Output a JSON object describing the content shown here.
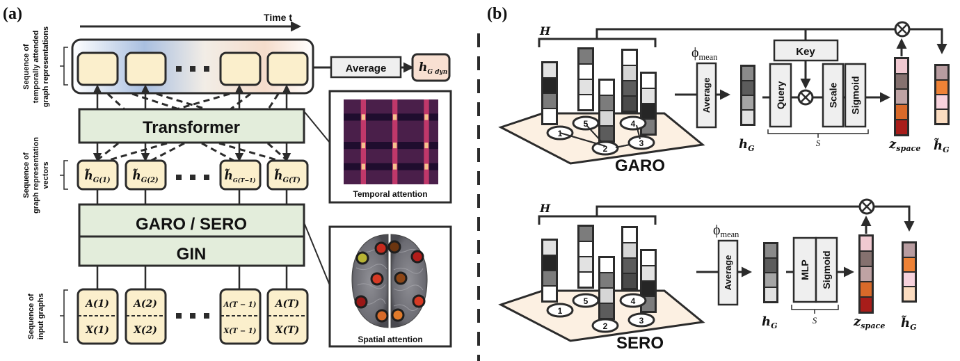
{
  "panel_a": {
    "label": "(a)",
    "time_axis": "Time t",
    "side_labels": {
      "temporal_seq": [
        "Sequence of",
        "temporally attended",
        "graph representations"
      ],
      "vector_seq": [
        "Sequence of",
        "graph representation",
        "vectors"
      ],
      "input_seq": [
        "Sequence of",
        "input graphs"
      ]
    },
    "average_label": "Average",
    "h_dyn": "h",
    "h_dyn_sub": "G dyn",
    "transformer_label": "Transformer",
    "garo_sero_label": "GARO / SERO",
    "gin_label": "GIN",
    "vectors": [
      {
        "main": "h̃",
        "sub": "G(1)"
      },
      {
        "main": "h̃",
        "sub": "G(2)"
      },
      {
        "main": "h̃",
        "sub": "G(T−1)"
      },
      {
        "main": "h̃",
        "sub": "G(T)"
      }
    ],
    "inputs": [
      {
        "a": "A(1)",
        "x": "X(1)"
      },
      {
        "a": "A(2)",
        "x": "X(2)"
      },
      {
        "a": "A(T − 1)",
        "x": "X(T − 1)"
      },
      {
        "a": "A(T)",
        "x": "X(T)"
      }
    ],
    "temporal_attention_label": "Temporal attention",
    "spatial_attention_label": "Spatial attention",
    "brain_node_colors": [
      "#c62b1e",
      "#6b3510",
      "#b8b434",
      "#b31d1a",
      "#d63a24",
      "#8d4616",
      "#9a1716",
      "#d63a24",
      "#d86b2a",
      "#e07a2a"
    ],
    "heatmap_colors": {
      "dark": "#1f0d2e",
      "mid": "#4a1f4a",
      "stripe": "#c0386a",
      "hot": "#f6c28c"
    }
  },
  "panel_b": {
    "label": "(b)",
    "garo": {
      "title": "GARO",
      "h_label": "H",
      "phi": "ϕ",
      "phi_sub": "mean",
      "average_label": "Average",
      "hg": "h",
      "hg_sub": "G",
      "key_label": "Key",
      "query_label": "Query",
      "scale_label": "Scale",
      "sigmoid_label": "Sigmoid",
      "s_label": "S",
      "z_label": "z",
      "z_sub": "space",
      "htilde": "h̃",
      "htilde_sub": "G"
    },
    "sero": {
      "title": "SERO",
      "h_label": "H",
      "phi": "ϕ",
      "phi_sub": "mean",
      "average_label": "Average",
      "hg": "h",
      "hg_sub": "G",
      "mlp_label": "MLP",
      "sigmoid_label": "Sigmoid",
      "s_label": "S",
      "z_label": "z",
      "z_sub": "space",
      "htilde": "h̃",
      "htilde_sub": "G"
    },
    "node_labels": [
      "1",
      "2",
      "3",
      "4",
      "5"
    ],
    "hg_colors": [
      "#8a8a8a",
      "#5c5c5c",
      "#a5a5a5",
      "#e2e2e2"
    ],
    "z_colors": [
      "#f0c9d1",
      "#85716f",
      "#bfa3a4",
      "#d96a2a",
      "#a81d1a"
    ],
    "htilde_colors": [
      "#b89ca0",
      "#ee8236",
      "#f7d2dc",
      "#fbdcc0"
    ],
    "plane_color": "#fcf0e2"
  }
}
